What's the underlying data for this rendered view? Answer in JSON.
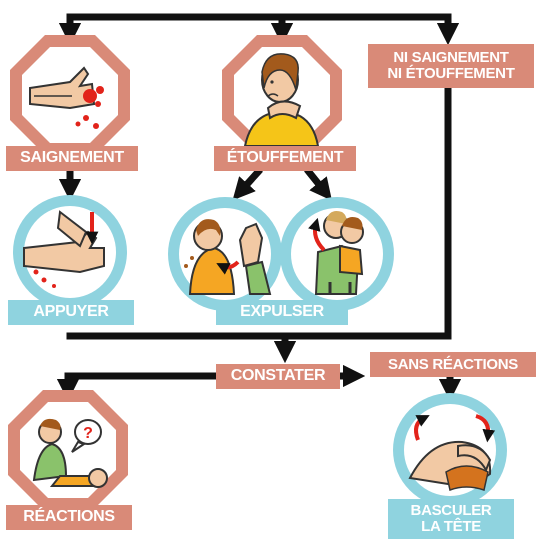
{
  "diagram": {
    "colors": {
      "stop_sign": "#d98a78",
      "stop_inner": "#ffffff",
      "action_circle": "#8fd3df",
      "arrow": "#111111",
      "label_text": "#ffffff"
    },
    "branches": {
      "bleeding": {
        "label": "SAIGNEMENT",
        "icon": "bleeding-hand-icon"
      },
      "choking": {
        "label": "ÉTOUFFEMENT",
        "icon": "choking-person-icon"
      },
      "neither": {
        "line1": "NI SAIGNEMENT",
        "line2": "NI ÉTOUFFEMENT"
      }
    },
    "actions": {
      "press": {
        "label": "APPUYER",
        "icon": "press-wound-icon"
      },
      "expel": {
        "label": "EXPULSER",
        "icons": [
          "back-blows-icon",
          "heimlich-icon"
        ]
      }
    },
    "check": {
      "label": "CONSTATER"
    },
    "outcomes": {
      "responsive": {
        "label": "RÉACTIONS",
        "icon": "talking-to-victim-icon"
      },
      "unresponsive": {
        "label": "SANS RÉACTIONS"
      },
      "tilt": {
        "line1": "BASCULER",
        "line2": "LA TÊTE",
        "icon": "head-tilt-icon"
      }
    }
  }
}
